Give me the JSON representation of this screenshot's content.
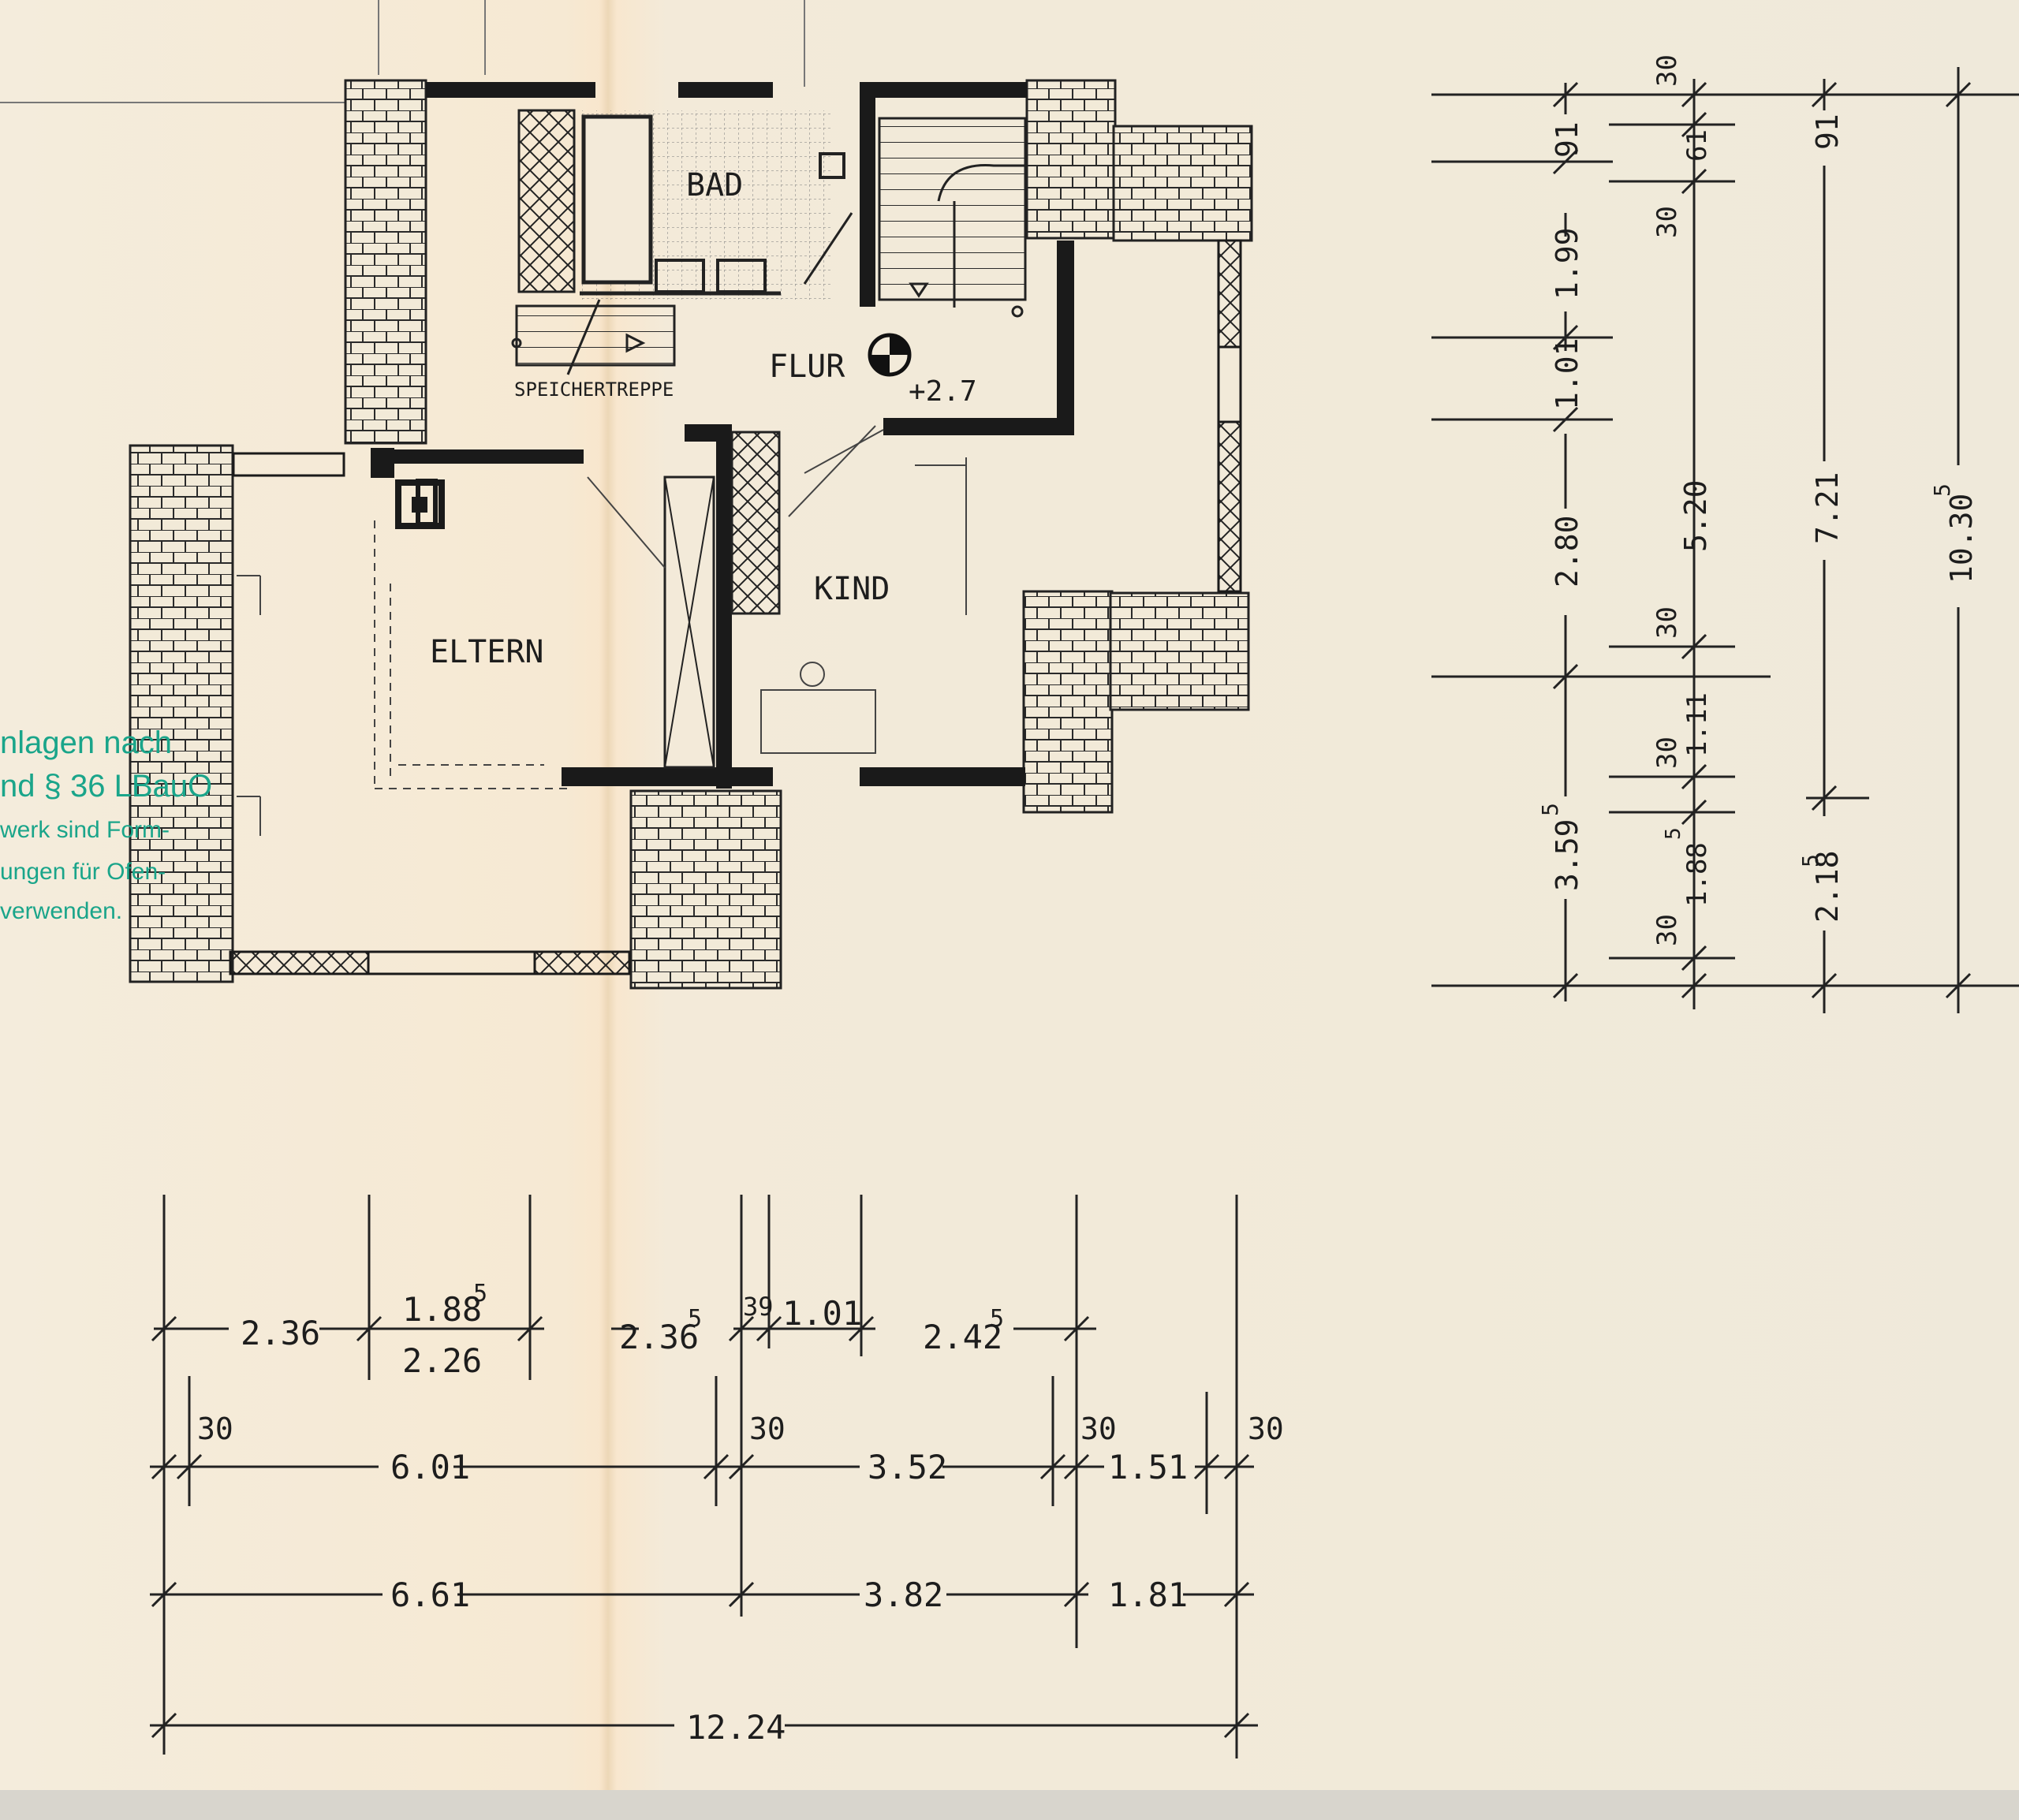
{
  "rooms": {
    "bad": "BAD",
    "flur": "FLUR",
    "kind": "KIND",
    "eltern": "ELTERN",
    "speichertreppe": "SPEICHERTREPPE",
    "level": "+2.7"
  },
  "side_note": {
    "line1": "nlagen nach",
    "line2": "nd § 36 LBauO",
    "line3": "werk sind Form-",
    "line4": "ungen für Ofen-",
    "line5": "verwenden."
  },
  "horizontal_dims": {
    "row1": {
      "a": "2.36",
      "b_top": "1.88",
      "b_top_sup": "5",
      "b_bottom": "2.26",
      "c": "2.36",
      "c_sup": "5",
      "d": "39",
      "e": "1.01",
      "f": "2.42",
      "f_sup": "5"
    },
    "row2": {
      "w1": "30",
      "a": "6.01",
      "w2": "30",
      "b": "3.52",
      "w3": "30",
      "c": "1.51",
      "w4": "30"
    },
    "row3": {
      "a": "6.61",
      "b": "3.82",
      "c": "1.81"
    },
    "row4": {
      "total": "12.24"
    }
  },
  "vertical_dims": {
    "col1": {
      "a": "91",
      "b": "1.99",
      "c": "1.01",
      "d": "2.80",
      "e": "3.59",
      "e_sup": "5"
    },
    "col2": {
      "a": "30",
      "b": "61",
      "c": "30",
      "d": "5.20",
      "e": "30",
      "f": "1.11",
      "g": "30",
      "h": "1.88",
      "h_sup": "5",
      "i": "30"
    },
    "col3": {
      "a": "91",
      "b": "7.21",
      "c": "2.18",
      "c_sup": "5"
    },
    "col4": {
      "total": "10.30",
      "total_sup": "5"
    }
  },
  "colors": {
    "ink": "#1d1d1d",
    "paper": "#f3ead9",
    "note": "#1aa58a"
  }
}
